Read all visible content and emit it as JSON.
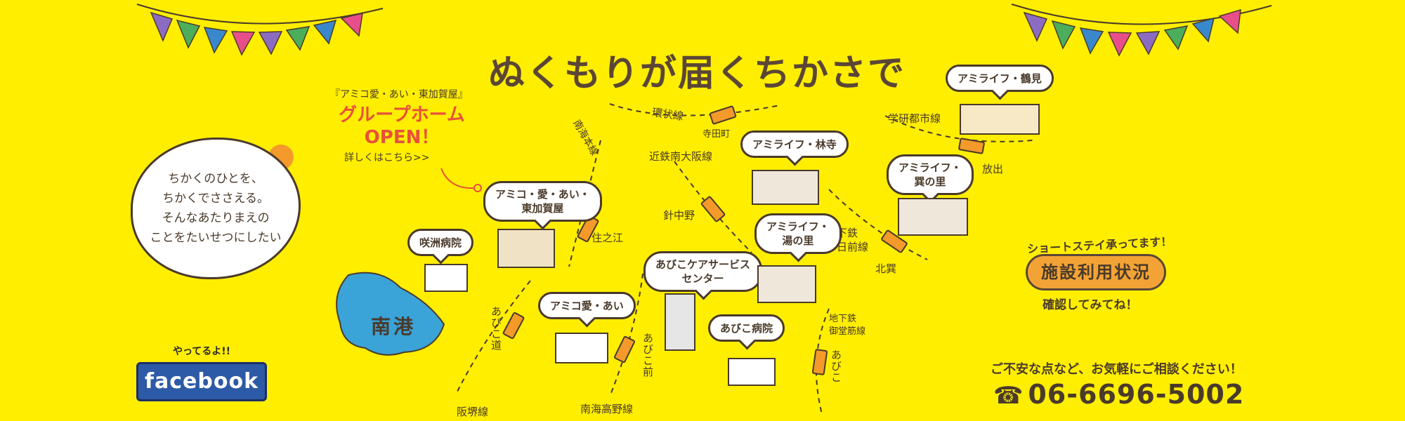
{
  "title": "ぬくもりが届くちかさで",
  "cloud": {
    "lines": [
      "ちかくのひとを、",
      "ちかくでささえる。",
      "そんなあたりまえの",
      "ことをたいせつにしたい"
    ]
  },
  "open": {
    "facility": "『アミコ愛・あい・東加賀屋』",
    "line1": "グループホーム",
    "line2": "OPEN！",
    "link": "詳しくはこちら>>"
  },
  "facilities": [
    "アミライフ・鶴見",
    "アミライフ・林寺",
    "アミライフ・",
    "巽の里",
    "アミライフ・",
    "湯の里",
    "アミコ・愛・あい・",
    "東加賀屋",
    "あびこケアサービス",
    "センター",
    "アミコ愛・あい",
    "あびこ病院",
    "咲洲病院"
  ],
  "rail_labels": [
    "環状線",
    "南海本線",
    "近鉄南大阪線",
    "学研都市線",
    "地下鉄",
    "千日前線",
    "地下鉄",
    "御堂筋線",
    "あびこ道",
    "阪堺線",
    "南海高野線"
  ],
  "stations": [
    "寺田町",
    "針中野",
    "住之江",
    "放出",
    "北巽",
    "あびこ",
    "あびこ前"
  ],
  "lake": "南港",
  "facebook": {
    "caption": "やってるよ!!",
    "label": "facebook"
  },
  "short_stay": {
    "caption": "ショートステイ承ってます！",
    "button": "施設利用状況",
    "confirm": "確認してみてね！"
  },
  "contact": {
    "message": "ご不安な点など、お気軽にご相談ください！",
    "phone": "06-6696-5002"
  }
}
